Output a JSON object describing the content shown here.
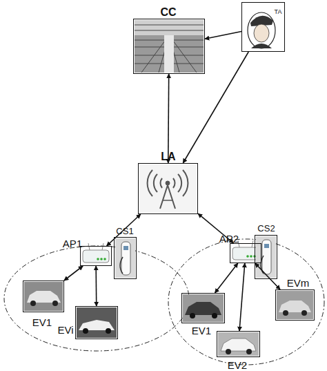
{
  "diagram": {
    "nodes": [
      {
        "text": [
          "CC"
        ]
      },
      {
        "text": [
          "TA"
        ]
      },
      {
        "text": [
          "LA"
        ]
      },
      {
        "text": [
          "AP1"
        ]
      },
      {
        "text": [
          "CS1"
        ]
      },
      {
        "text": [
          "AP2"
        ]
      },
      {
        "text": [
          "CS2"
        ]
      },
      {
        "text": [
          "EV1"
        ]
      },
      {
        "text": [
          "EVi"
        ]
      },
      {
        "text": [
          "EVm"
        ]
      },
      {
        "text": [
          "EV1"
        ]
      },
      {
        "text": [
          "EV2"
        ]
      }
    ],
    "edges": [
      {
        "from": 1,
        "to": 0,
        "arrow": "to"
      },
      {
        "from": 1,
        "to": 2,
        "arrow": "to"
      },
      {
        "from": 0,
        "to": 2,
        "arrow": "both"
      },
      {
        "from": 2,
        "to": 3,
        "arrow": "both"
      },
      {
        "from": 2,
        "to": 5,
        "arrow": "both"
      },
      {
        "from": 3,
        "to": 7,
        "arrow": "both"
      },
      {
        "from": 3,
        "to": 8,
        "arrow": "both"
      },
      {
        "from": 5,
        "to": 10,
        "arrow": "both"
      },
      {
        "from": 5,
        "to": 11,
        "arrow": "both"
      },
      {
        "from": 5,
        "to": 9,
        "arrow": "both"
      }
    ]
  }
}
